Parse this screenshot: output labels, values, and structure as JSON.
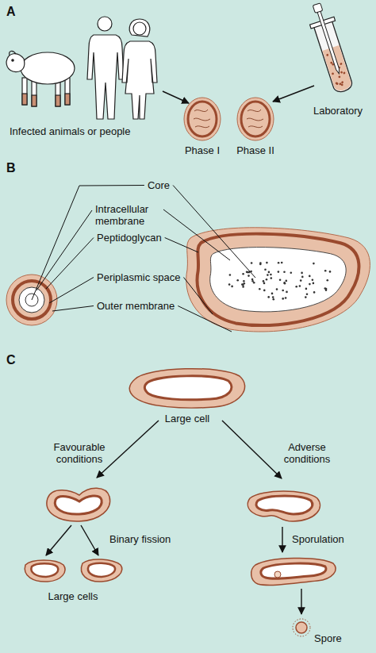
{
  "diagram": {
    "labels": [
      "A",
      "Infected animals or people",
      "Laboratory",
      "Phase I",
      "Phase II",
      "B",
      "Core",
      "Intracellular membrane",
      "Peptidoglycan",
      "Periplasmic space",
      "Outer membrane",
      "C",
      "Large cell",
      "Favourable conditions",
      "Adverse conditions",
      "Binary fission",
      "Sporulation",
      "Large cells",
      "Spore"
    ]
  }
}
